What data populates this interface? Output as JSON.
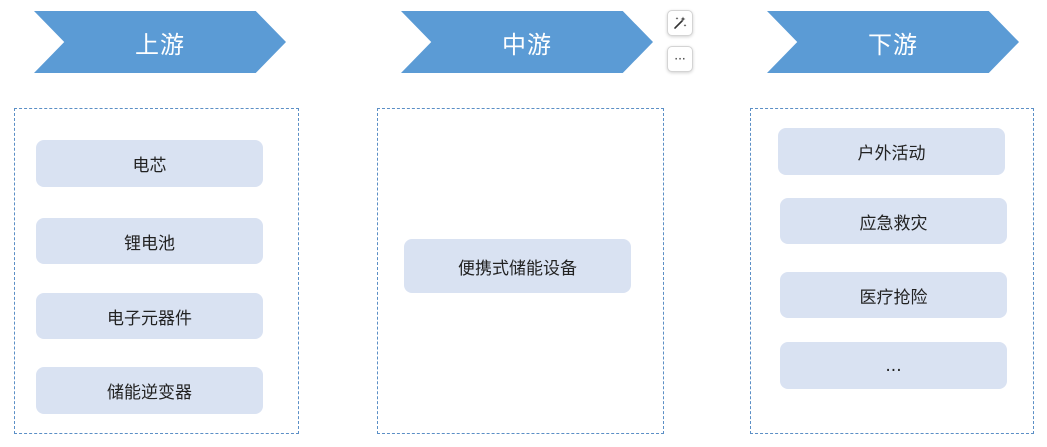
{
  "stages": {
    "upstream": "上游",
    "midstream": "中游",
    "downstream": "下游"
  },
  "upstream_items": [
    "电芯",
    "锂电池",
    "电子元器件",
    "储能逆变器"
  ],
  "midstream_items": [
    "便携式储能设备"
  ],
  "downstream_items": [
    "户外活动",
    "应急救灾",
    "医疗抢险",
    "..."
  ],
  "toolbar": {
    "magic_icon": "magic-wand-icon",
    "more_label": "···"
  },
  "colors": {
    "chevron": "#5b9bd5",
    "pill": "#d9e2f2",
    "panel_border": "#5b8fc6"
  }
}
